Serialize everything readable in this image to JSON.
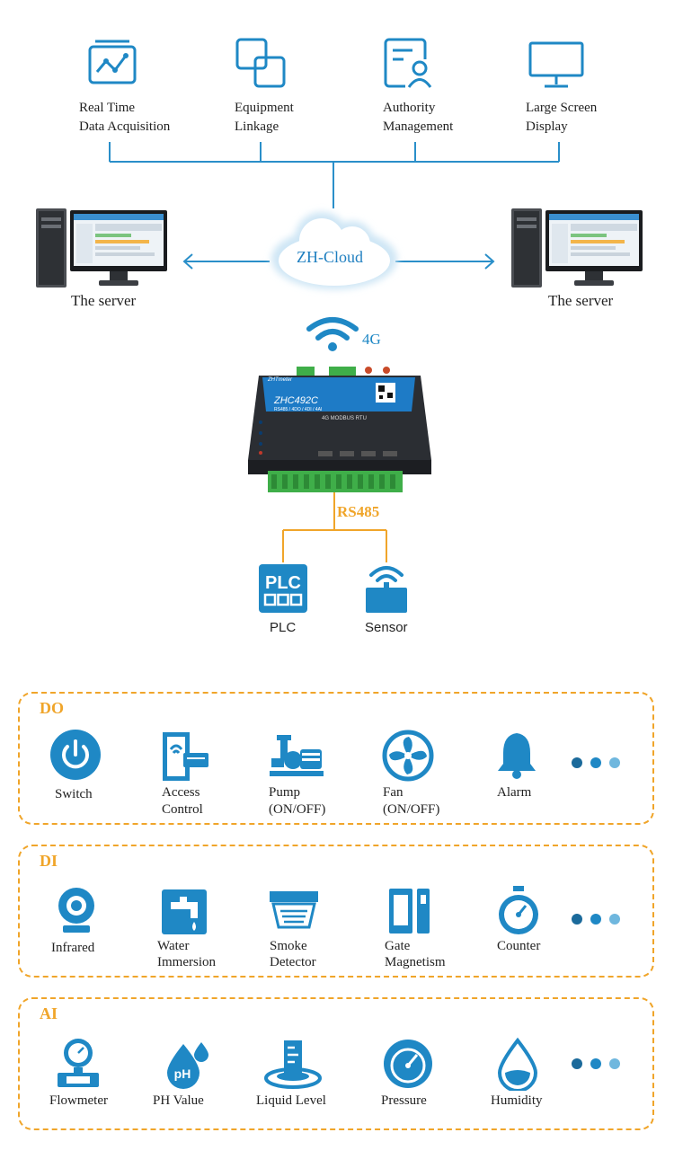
{
  "colors": {
    "blue": "#1f88c5",
    "line_blue": "#2a8fc9",
    "orange": "#f0a52a",
    "teal": "#2aa4cf"
  },
  "top_features": [
    {
      "line1": "Real Time",
      "line2": "Data Acquisition",
      "icon": "chart-monitor-icon"
    },
    {
      "line1": "Equipment",
      "line2": "Linkage",
      "icon": "linked-squares-icon"
    },
    {
      "line1": "Authority",
      "line2": "Management",
      "icon": "user-document-icon"
    },
    {
      "line1": "Large Screen",
      "line2": "Display",
      "icon": "monitor-icon"
    }
  ],
  "cloud_label": "ZH-Cloud",
  "server_left": "The server",
  "server_right": "The server",
  "network_label": "4G",
  "device": {
    "model": "ZHC492C",
    "subtitle": "RS485 / 4DO / 4DI / 4AI",
    "type": "4G MODBUS RTU",
    "brand": "ZHTmeter"
  },
  "bus_label": "RS485",
  "plc_label": "PLC",
  "sensor_label": "Sensor",
  "groups": [
    {
      "title": "DO",
      "items": [
        {
          "line1": "Switch",
          "line2": "",
          "icon": "power-icon"
        },
        {
          "line1": "Access",
          "line2": "Control",
          "icon": "access-control-icon"
        },
        {
          "line1": "Pump",
          "line2": "(ON/OFF)",
          "icon": "pump-icon"
        },
        {
          "line1": "Fan",
          "line2": "(ON/OFF)",
          "icon": "fan-icon"
        },
        {
          "line1": "Alarm",
          "line2": "",
          "icon": "bell-icon"
        }
      ]
    },
    {
      "title": "DI",
      "items": [
        {
          "line1": "Infrared",
          "line2": "",
          "icon": "camera-icon"
        },
        {
          "line1": "Water",
          "line2": "Immersion",
          "icon": "water-tap-icon"
        },
        {
          "line1": "Smoke",
          "line2": "Detector",
          "icon": "smoke-detector-icon"
        },
        {
          "line1": "Gate",
          "line2": "Magnetism",
          "icon": "door-magnet-icon"
        },
        {
          "line1": "Counter",
          "line2": "",
          "icon": "stopwatch-icon"
        }
      ]
    },
    {
      "title": "AI",
      "items": [
        {
          "line1": "Flowmeter",
          "line2": "",
          "icon": "flowmeter-icon"
        },
        {
          "line1": "PH Value",
          "line2": "",
          "icon": "ph-drop-icon"
        },
        {
          "line1": "Liquid Level",
          "line2": "",
          "icon": "liquid-level-icon"
        },
        {
          "line1": "Pressure",
          "line2": "",
          "icon": "pressure-gauge-icon"
        },
        {
          "line1": "Humidity",
          "line2": "",
          "icon": "humidity-drop-icon"
        }
      ]
    }
  ]
}
